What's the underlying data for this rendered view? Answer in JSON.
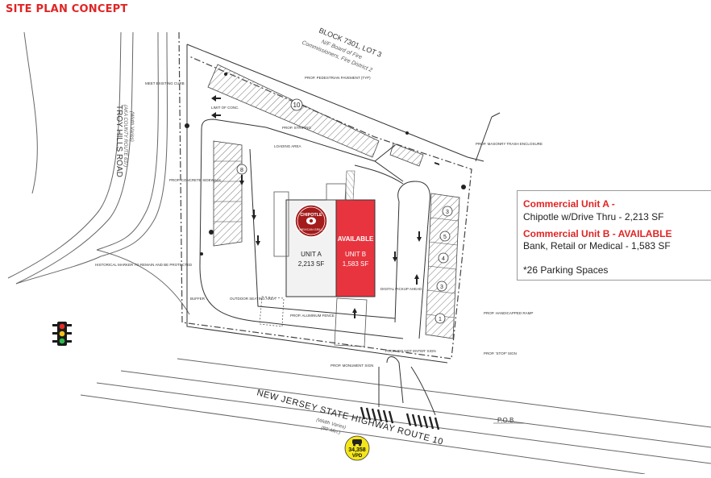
{
  "header": {
    "title": "SITE PLAN CONCEPT"
  },
  "plan": {
    "block_label": "BLOCK 7301, LOT 3",
    "block_sub1": "N/F Board of Fire",
    "block_sub2": "Commissioners, Fire District 2",
    "road_left_name": "TROY HILLS ROAD",
    "road_left_sub1": "(AKA COUNTY ROUTE 637)",
    "road_left_sub2": "(Width Varies)",
    "highway_name": "NEW JERSEY STATE HIGHWAY ROUTE 10",
    "highway_sub1": "(Width Varies)",
    "highway_sub2": "(80' Min.)",
    "chipotle_logo_top": "CHIPOTLE",
    "chipotle_logo_bottom": "MEXICAN GRILL",
    "unit_a_name": "UNIT A",
    "unit_a_sf": "2,213 SF",
    "unit_b_status": "AVAILABLE",
    "unit_b_name": "UNIT B",
    "unit_b_sf": "1,583 SF",
    "traffic_count": "34,358",
    "traffic_unit": "VPD",
    "pob_label": "P.O.B.",
    "parking_numbers": [
      "10",
      "8",
      "3",
      "5",
      "4",
      "3",
      "1"
    ],
    "notes": [
      "PROP. PEDESTRIAN PAVEMENT (TYP)",
      "LOADING AREA",
      "PROP. CONCRETE SIDEWALK",
      "DIGITAL PICKUP AHEAD",
      "OUTDOOR SEATING AREA",
      "PROP. MONUMENT SIGN",
      "PROP. ALUMINUM FENCE",
      "BUFFER",
      "PROP. MASONRY TRASH ENCLOSURE",
      "PROP. HANDICAPPED RAMP",
      "LIMIT OF CONC.",
      "MEET EXISTING CURB",
      "HISTORICAL MARKER TO REMAIN AND BE PROTECTED",
      "PROP. 'DO NOT ENTER' SIGN",
      "PROP. 'STOP' SIGN",
      "PROP. STRIPING"
    ],
    "colors": {
      "accent_red": "#e02424",
      "available_fill": "#e8343f",
      "line": "#555555"
    }
  },
  "legend": {
    "unit_a_heading": "Commercial Unit A -",
    "unit_a_detail": "Chipotle w/Drive Thru - 2,213 SF",
    "unit_b_heading": "Commercial Unit B - AVAILABLE",
    "unit_b_detail": "Bank, Retail or Medical - 1,583 SF",
    "parking": "*26 Parking Spaces"
  },
  "icons": [
    "traffic-light-icon",
    "car-icon",
    "north-arrow-icon"
  ]
}
